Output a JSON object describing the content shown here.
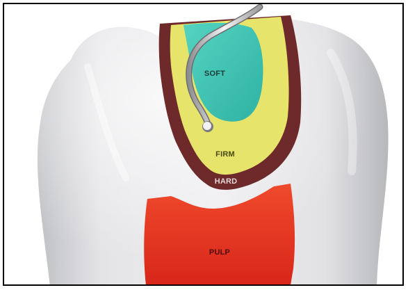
{
  "labels": {
    "soft": "SOFT",
    "firm": "FIRM",
    "hard": "HARD",
    "pulp": "PULP"
  },
  "colors": {
    "enamel": "#d9d9dc",
    "soft_layer": "#3fc4b4",
    "firm_layer": "#e6e46a",
    "hard_layer": "#6e2a2a",
    "pulp": "#e5301f",
    "instrument": "#c9c9cc",
    "frame": "#000000"
  }
}
